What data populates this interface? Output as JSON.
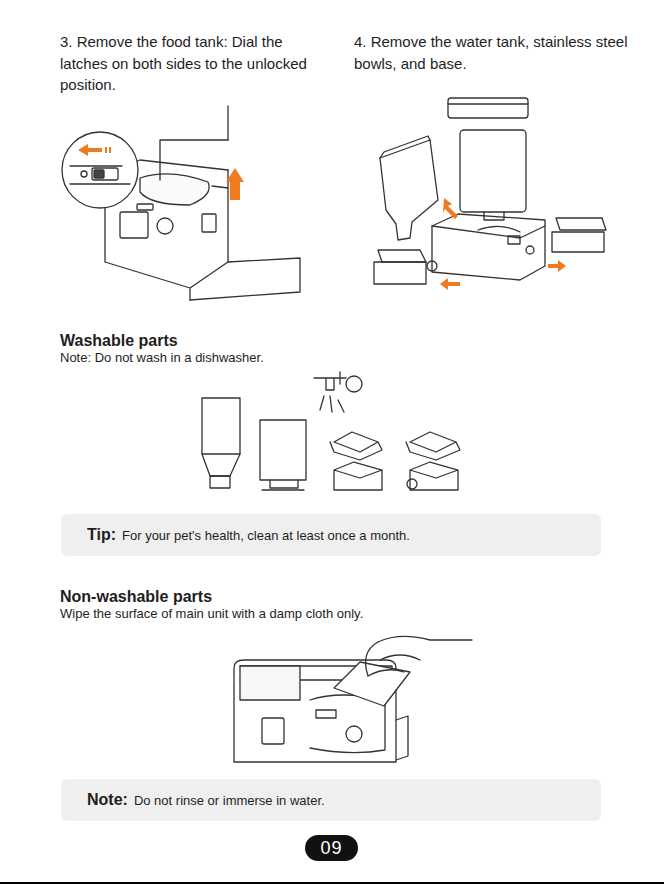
{
  "diagram": {
    "nodes": [
      {
        "text": [
          "Tip:",
          "For your pet's health, clean at least once a month."
        ]
      },
      {
        "text": [
          "Note:",
          "Do not rinse or immerse in water."
        ]
      },
      {
        "text": [
          "09"
        ]
      }
    ],
    "labels": [
      "3. Remove the food tank: Dial the latches on both sides to the unlocked position.",
      "4. Remove the water tank, stainless steel bowls, and base.",
      "Washable parts",
      "Note: Do not wash in a dishwasher.",
      "Non-washable parts",
      "Wipe the surface of main unit with a damp cloth only."
    ]
  }
}
